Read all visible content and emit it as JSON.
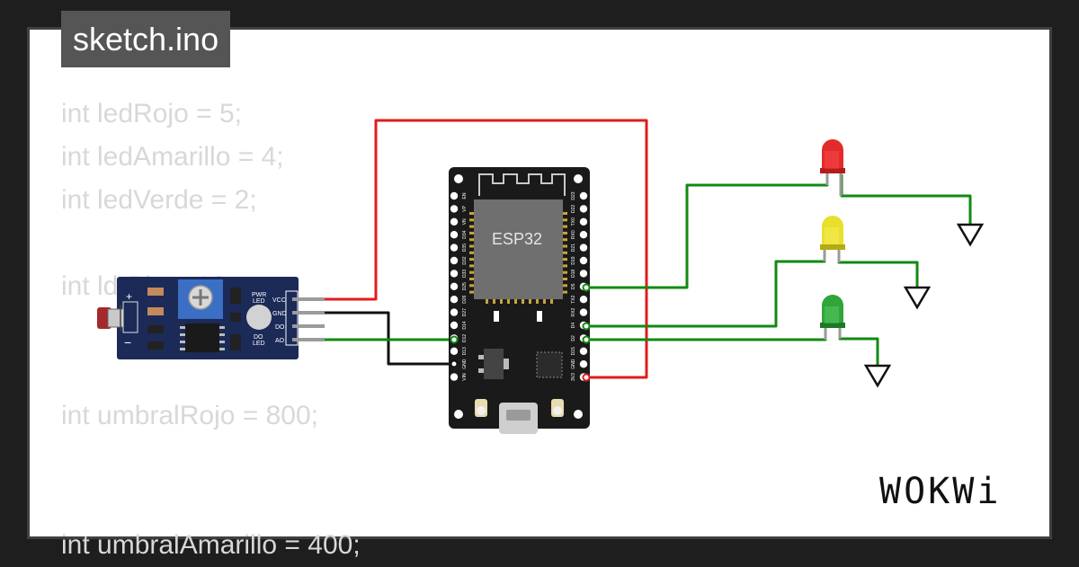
{
  "tab": {
    "label": "sketch.ino"
  },
  "code_lines": [
    "int ledRojo = 5;",
    "int ledAmarillo = 4;",
    "int ledVerde = 2;",
    "",
    "int ldrPin = 13;",
    "",
    "",
    "int umbralRojo = 800;",
    "",
    "",
    "int umbralAmarillo = 400;"
  ],
  "esp32": {
    "label": "ESP32",
    "left_pins": [
      "EN",
      "VP",
      "VN",
      "D34",
      "D35",
      "D32",
      "D33",
      "D25",
      "D26",
      "D27",
      "D14",
      "D12",
      "D13",
      "GND",
      "VIN"
    ],
    "right_pins": [
      "D23",
      "D22",
      "TX0",
      "RX0",
      "D21",
      "D19",
      "D18",
      "D5",
      "TX2",
      "RX2",
      "D4",
      "D2",
      "D15",
      "GND",
      "3V3"
    ]
  },
  "ldr_module": {
    "pins": [
      "VCC",
      "GND",
      "DO",
      "AO"
    ],
    "pwr_led_label": [
      "PWR",
      "LED"
    ],
    "do_led_label": [
      "DO",
      "LED"
    ],
    "plus": "+",
    "minus": "−"
  },
  "leds": [
    {
      "color_name": "red",
      "body": "#e42b2b",
      "dark": "#b51b1b"
    },
    {
      "color_name": "yellow",
      "body": "#e8e02a",
      "dark": "#b3ab12"
    },
    {
      "color_name": "green",
      "body": "#2fa53a",
      "dark": "#1c7a26"
    }
  ],
  "wires": {
    "power": "#e21b1b",
    "ground": "#111111",
    "signal": "#118a11"
  },
  "brand": {
    "logo": "WOKWi"
  }
}
